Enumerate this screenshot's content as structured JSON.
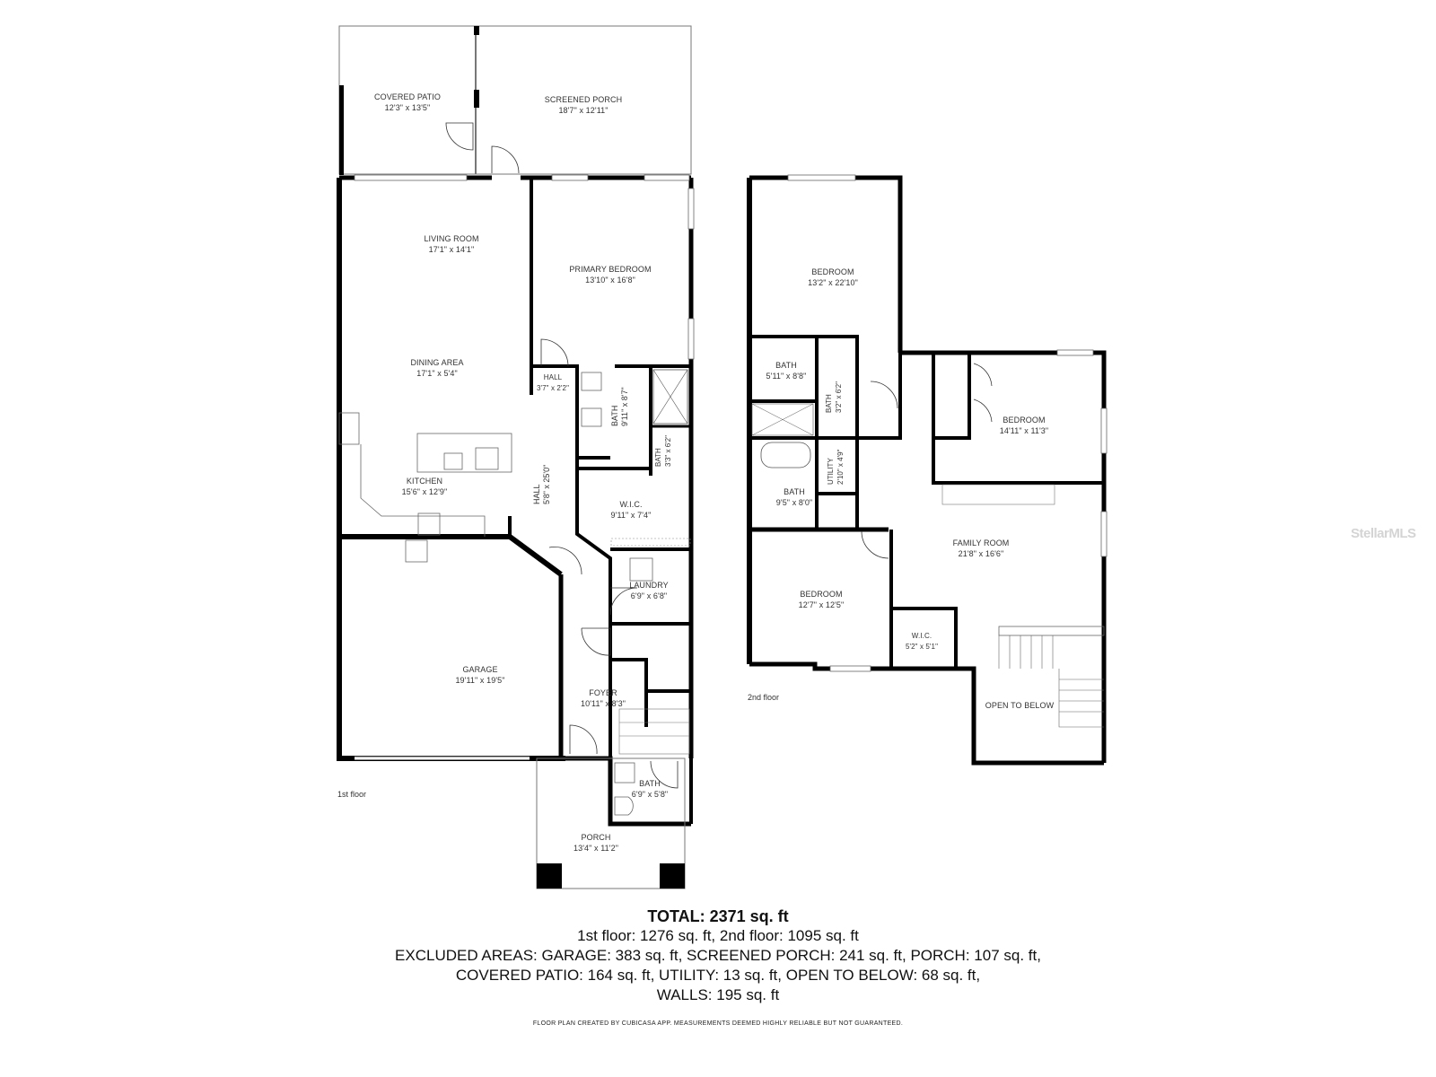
{
  "floorplan": {
    "first_floor": {
      "label": "1st floor",
      "rooms": [
        {
          "name": "COVERED PATIO",
          "dims": "12'3\" x 13'5\""
        },
        {
          "name": "SCREENED PORCH",
          "dims": "18'7\" x 12'11\""
        },
        {
          "name": "LIVING ROOM",
          "dims": "17'1\" x 14'1\""
        },
        {
          "name": "PRIMARY BEDROOM",
          "dims": "13'10\" x 16'8\""
        },
        {
          "name": "DINING AREA",
          "dims": "17'1\" x 5'4\""
        },
        {
          "name": "HALL",
          "dims": "3'7\" x 2'2\""
        },
        {
          "name": "BATH",
          "dims": "9'11\" x 8'7\""
        },
        {
          "name": "BATH",
          "dims": "3'3\" x 6'2\""
        },
        {
          "name": "KITCHEN",
          "dims": "15'6\" x 12'9\""
        },
        {
          "name": "HALL",
          "dims": "5'8\" x 25'0\""
        },
        {
          "name": "W.I.C.",
          "dims": "9'11\" x 7'4\""
        },
        {
          "name": "LAUNDRY",
          "dims": "6'9\" x 6'8\""
        },
        {
          "name": "GARAGE",
          "dims": "19'11\" x 19'5\""
        },
        {
          "name": "FOYER",
          "dims": "10'11\" x 8'3\""
        },
        {
          "name": "BATH",
          "dims": "6'9\" x 5'8\""
        },
        {
          "name": "PORCH",
          "dims": "13'4\" x 11'2\""
        }
      ]
    },
    "second_floor": {
      "label": "2nd floor",
      "rooms": [
        {
          "name": "BEDROOM",
          "dims": "13'2\" x 22'10\""
        },
        {
          "name": "BATH",
          "dims": "5'11\" x 8'8\""
        },
        {
          "name": "BATH",
          "dims": "3'2\" x 6'2\""
        },
        {
          "name": "BEDROOM",
          "dims": "14'11\" x 11'3\""
        },
        {
          "name": "UTILITY",
          "dims": "2'10\" x 4'9\""
        },
        {
          "name": "BATH",
          "dims": "9'5\" x 8'0\""
        },
        {
          "name": "FAMILY ROOM",
          "dims": "21'8\" x 16'6\""
        },
        {
          "name": "BEDROOM",
          "dims": "12'7\" x 12'5\""
        },
        {
          "name": "W.I.C.",
          "dims": "5'2\" x 5'1\""
        },
        {
          "name": "OPEN TO BELOW",
          "dims": ""
        }
      ]
    }
  },
  "summary": {
    "total": "TOTAL: 2371 sq. ft",
    "floors": "1st floor: 1276 sq. ft, 2nd floor: 1095 sq. ft",
    "excluded_line1": "EXCLUDED AREAS: GARAGE: 383 sq. ft, SCREENED PORCH: 241 sq. ft, PORCH: 107 sq. ft,",
    "excluded_line2": "COVERED PATIO: 164 sq. ft, UTILITY: 13 sq. ft, OPEN TO BELOW: 68 sq. ft,",
    "excluded_line3": "WALLS: 195 sq. ft"
  },
  "footer": "FLOOR PLAN CREATED BY CUBICASA APP. MEASUREMENTS DEEMED HIGHLY RELIABLE BUT NOT GUARANTEED.",
  "watermark": "StellarMLS",
  "colors": {
    "wall": "#000000",
    "fixture": "#888888",
    "watermark": "#d4d4d4"
  }
}
